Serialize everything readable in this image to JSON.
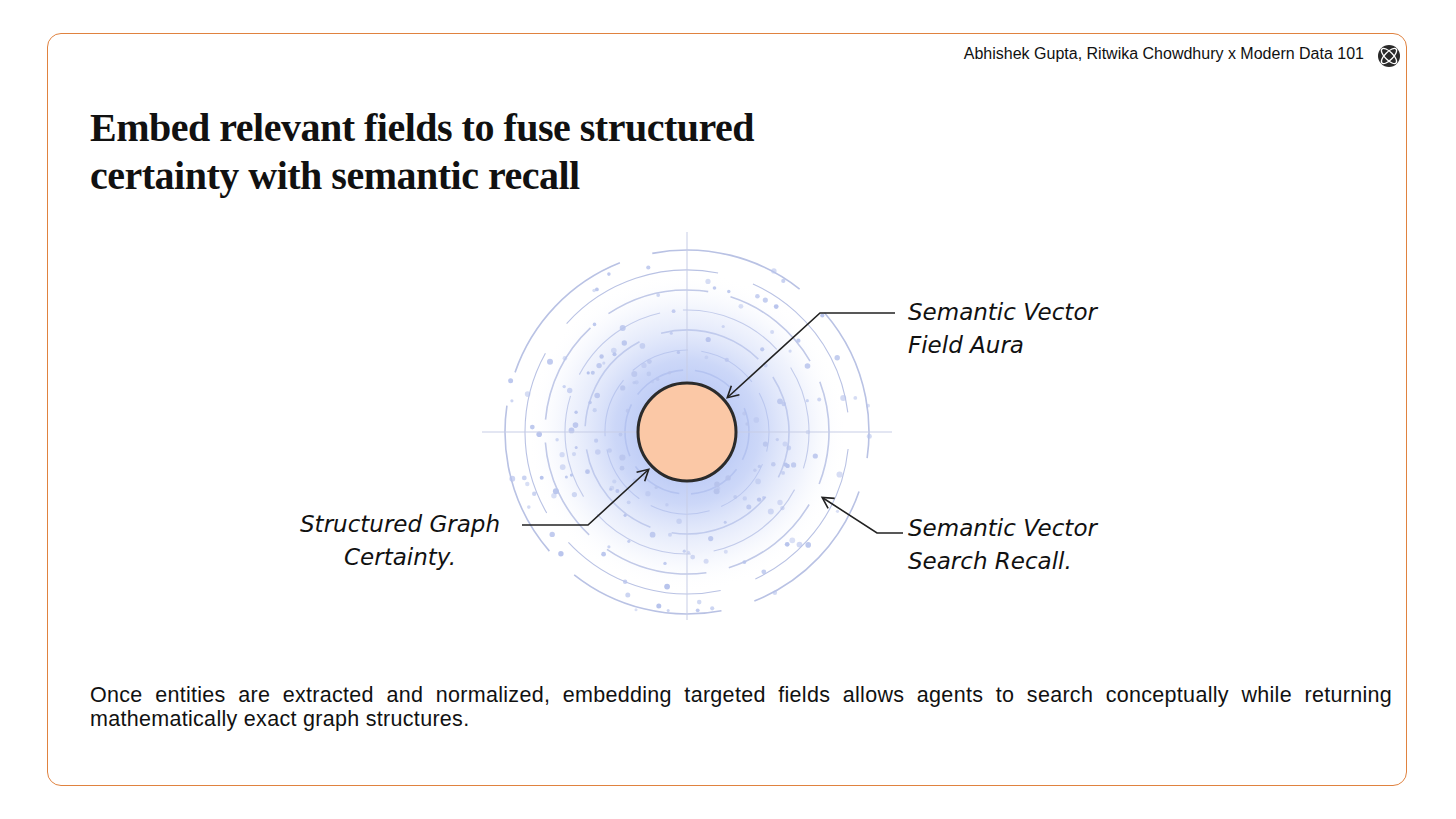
{
  "diagram": {
    "title": "Embed relevant fields to fuse structured certainty with semantic recall",
    "caption": "Once entities are extracted and normalized, embedding targeted fields allows agents to search conceptually while returning mathematically exact graph structures.",
    "labels": [
      "Abhishek Gupta, Ritwika Chowdhury x Modern Data 101",
      "Semantic Vector Field Aura",
      "Structured Graph Certainty.",
      "Semantic Vector Search Recall."
    ]
  }
}
